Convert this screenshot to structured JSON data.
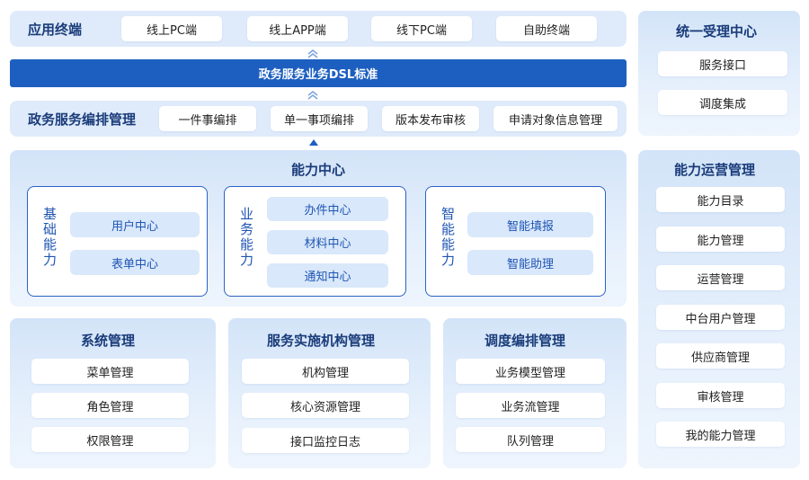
{
  "terminal": {
    "title": "应用终端",
    "items": [
      "线上PC端",
      "线上APP端",
      "线下PC端",
      "自助终端"
    ]
  },
  "dsl_bar": "政务服务业务DSL标准",
  "orchestration": {
    "title": "政务服务编排管理",
    "items": [
      "一件事编排",
      "单一事项编排",
      "版本发布审核",
      "申请对象信息管理"
    ]
  },
  "capability_center": {
    "title": "能力中心",
    "groups": [
      {
        "label": "基础能力",
        "items": [
          "用户中心",
          "表单中心"
        ]
      },
      {
        "label": "业务能力",
        "items": [
          "办件中心",
          "材料中心",
          "通知中心"
        ]
      },
      {
        "label": "智能能力",
        "items": [
          "智能填报",
          "智能助理"
        ]
      }
    ]
  },
  "bottom_panels": [
    {
      "title": "系统管理",
      "items": [
        "菜单管理",
        "角色管理",
        "权限管理"
      ]
    },
    {
      "title": "服务实施机构管理",
      "items": [
        "机构管理",
        "核心资源管理",
        "接口监控日志"
      ]
    },
    {
      "title": "调度编排管理",
      "items": [
        "业务模型管理",
        "业务流管理",
        "队列管理"
      ]
    }
  ],
  "unified_center": {
    "title": "统一受理中心",
    "items": [
      "服务接口",
      "调度集成"
    ]
  },
  "ops": {
    "title": "能力运营管理",
    "items": [
      "能力目录",
      "能力管理",
      "运营管理",
      "中台用户管理",
      "供应商管理",
      "审核管理",
      "我的能力管理"
    ]
  },
  "colors": {
    "accent": "#1d5fc0",
    "panel": "#dfebfa",
    "border": "#2b63c4"
  }
}
